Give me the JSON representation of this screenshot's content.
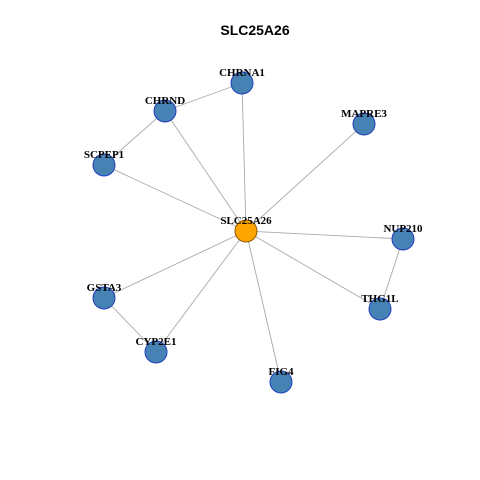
{
  "title": "SLC25A26",
  "colors": {
    "hub": "#ffa500",
    "node": "#4682b4",
    "edge": "#a9a9a9"
  },
  "nodes": [
    {
      "id": "SLC25A26",
      "label": "SLC25A26",
      "hub": true
    },
    {
      "id": "CHRNA1",
      "label": "CHRNA1"
    },
    {
      "id": "CHRND",
      "label": "CHRND"
    },
    {
      "id": "MAPRE3",
      "label": "MAPRE3"
    },
    {
      "id": "SCPEP1",
      "label": "SCPEP1"
    },
    {
      "id": "NUP210",
      "label": "NUP210"
    },
    {
      "id": "GSTA3",
      "label": "GSTA3"
    },
    {
      "id": "THG1L",
      "label": "THG1L"
    },
    {
      "id": "CYP2E1",
      "label": "CYP2E1"
    },
    {
      "id": "FIG4",
      "label": "FIG4"
    }
  ],
  "edges": [
    [
      "SLC25A26",
      "CHRNA1"
    ],
    [
      "SLC25A26",
      "CHRND"
    ],
    [
      "SLC25A26",
      "MAPRE3"
    ],
    [
      "SLC25A26",
      "SCPEP1"
    ],
    [
      "SLC25A26",
      "NUP210"
    ],
    [
      "SLC25A26",
      "GSTA3"
    ],
    [
      "SLC25A26",
      "THG1L"
    ],
    [
      "SLC25A26",
      "CYP2E1"
    ],
    [
      "SLC25A26",
      "FIG4"
    ],
    [
      "CHRND",
      "CHRNA1"
    ],
    [
      "CHRND",
      "SCPEP1"
    ],
    [
      "NUP210",
      "THG1L"
    ],
    [
      "GSTA3",
      "CYP2E1"
    ]
  ]
}
